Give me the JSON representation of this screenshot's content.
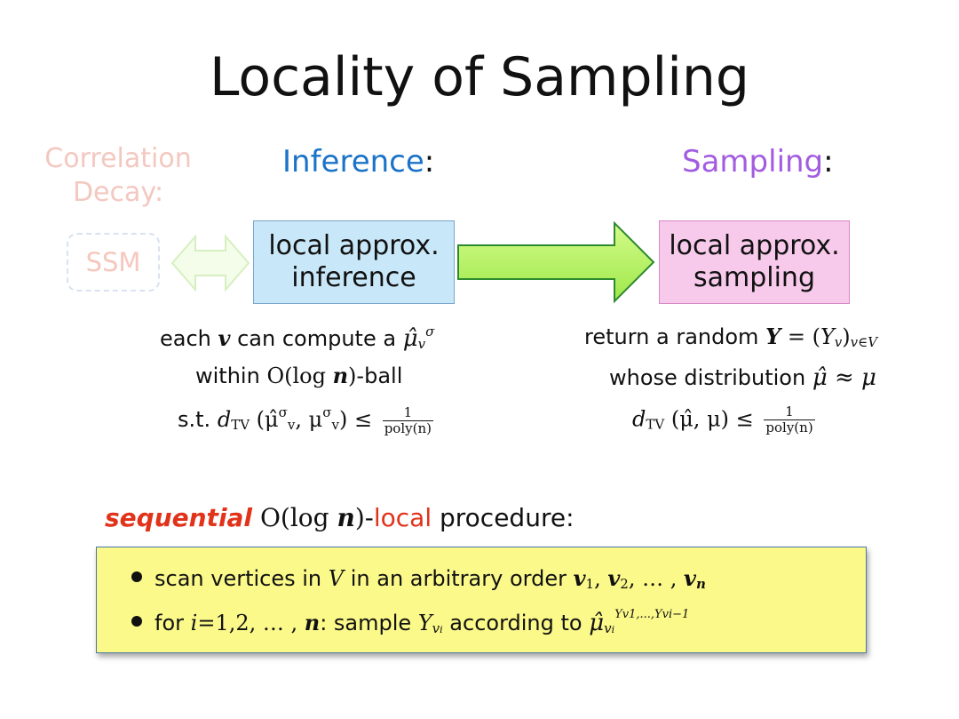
{
  "title": "Locality of Sampling",
  "headings": {
    "correlation_line1": "Correlation",
    "correlation_line2": "Decay:",
    "inference": "Inference",
    "sampling": "Sampling",
    "colon": ":"
  },
  "colors": {
    "inference": "#1a73c8",
    "sampling": "#a35ce0",
    "faded": "#f3c8c0",
    "accent_red": "#e1321a",
    "arrow_green": "#b6f35a",
    "yellow_box": "#fbf98a"
  },
  "ssm": {
    "label": "SSM"
  },
  "boxes": {
    "inference_line1": "local approx.",
    "inference_line2": "inference",
    "sampling_line1": "local approx.",
    "sampling_line2": "sampling"
  },
  "inference_text": {
    "l1_a": "each ",
    "l1_v": "v",
    "l1_b": " can compute a ",
    "l2_a": "within ",
    "l2_o": "O(log ",
    "l2_n": "n",
    "l2_c": ")",
    "l2_b": "-ball",
    "l3_st": "s.t. ",
    "l3_d": "d",
    "l3_tv": "TV",
    "l3_args": " (μ̂",
    "l3_mid": ", μ",
    "l3_end": ") ≤",
    "sigma": "σ",
    "v_sub": "v",
    "frac_num": "1",
    "frac_den": "poly(n)"
  },
  "sampling_text": {
    "l1_a": "return a random ",
    "l1_Y": "Y",
    "l1_eq": " = (",
    "l1_Yv": "Y",
    "l1_vsub": "v",
    "l1_close": ")",
    "l1_range": "v∈V",
    "l2_a": "whose distribution ",
    "l2_math": "μ̂ ≈ μ",
    "l3_d": "d",
    "l3_tv": "TV",
    "l3_args": " (μ̂, μ) ≤",
    "frac_num": "1",
    "frac_den": "poly(n)"
  },
  "procedure": {
    "sequential": "sequential",
    "o_log": "O(log ",
    "n": "n",
    "close": ")",
    "dash": "-",
    "local": "local",
    "rest": " procedure:"
  },
  "bullets": {
    "b1_a": "scan vertices in ",
    "b1_V": "V",
    "b1_b": " in an arbitrary order ",
    "b1_v": "v",
    "b1_s1": "1",
    "b1_c1": ", ",
    "b1_s2": "2",
    "b1_c2": ", … , ",
    "b1_sn": "n",
    "b2_a": "for ",
    "b2_i": "i",
    "b2_eq": "=1,2, … , ",
    "b2_n": "n",
    "b2_colon": ":  sample ",
    "b2_Y": "Y",
    "b2_vi": "v",
    "b2_i_sub": "i",
    "b2_b": " according to ",
    "b2_mu": "μ̂",
    "b2_sup": "Yv1,...,Yvi−1"
  }
}
